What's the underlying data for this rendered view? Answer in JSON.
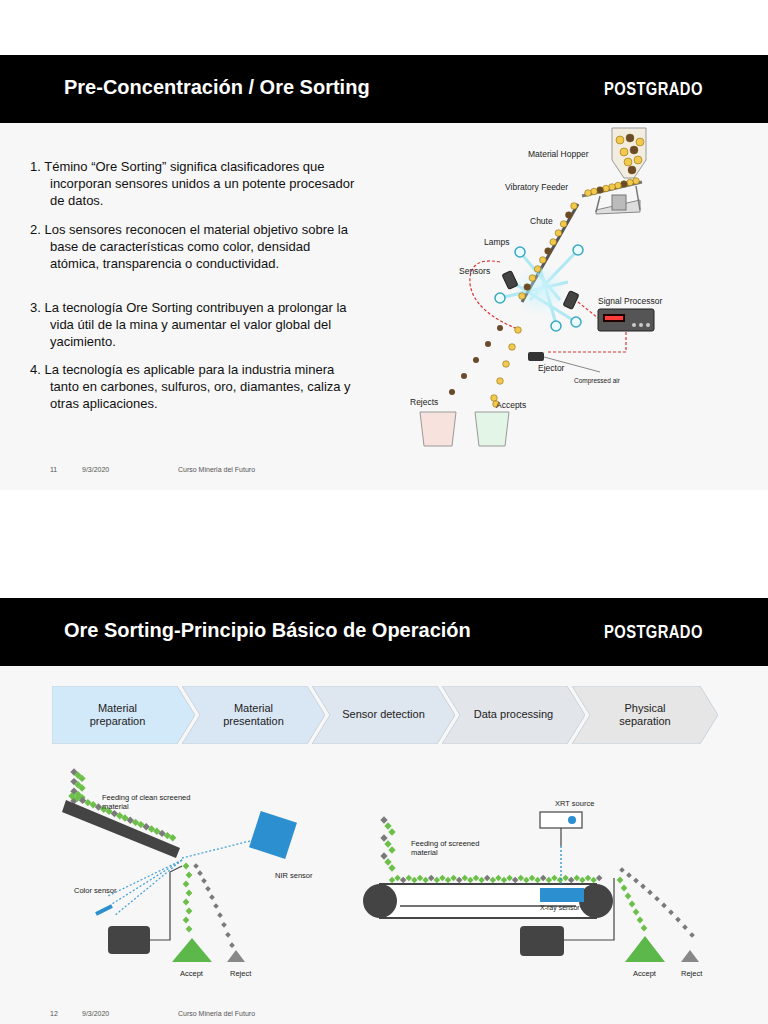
{
  "diagram": {
    "nodes": [
      {
        "text": [
          "Pre-Concentración / Ore Sorting",
          "POSTGRADO"
        ]
      },
      {
        "text": [
          "Ore Sorting-Principio Básico de Operación",
          "POSTGRADO"
        ]
      },
      {
        "text": [
          "Material preparation"
        ]
      },
      {
        "text": [
          "Material presentation"
        ]
      },
      {
        "text": [
          "Sensor detection"
        ]
      },
      {
        "text": [
          "Data processing"
        ]
      },
      {
        "text": [
          "Physical separation"
        ]
      }
    ],
    "labels": [
      "1. Témino “Ore Sorting” significa clasificadores que incorporan sensores unidos a un potente procesador de datos.",
      "2. Los sensores reconocen el material objetivo sobre la base de características como color, densidad atómica, transparencia o conductividad.",
      "3. La tecnología Ore Sorting contribuyen a prolongar la vida útil de la mina y aumentar el valor global del yacimiento.",
      "4. La tecnología es aplicable para la industria minera tanto en carbones, sulfuros, oro, diamantes, caliza y otras aplicaciones.",
      "Material Hopper",
      "Vibratory Feeder",
      "Chute",
      "Lamps",
      "Sensors",
      "Signal Processor",
      "Ejector",
      "Compressed air",
      "Rejects",
      "Accepts",
      "11",
      "9/3/2020",
      "Curso Mineria del Futuro",
      "Feeding of clean screened material",
      "Color sensor",
      "NIR sensor",
      "Accept",
      "Reject",
      "Feeding of screened material",
      "XRT source",
      "X-ray sensor",
      "Accept",
      "Reject",
      "12",
      "9/3/2020",
      "Curso Mineria del Futuro"
    ]
  }
}
